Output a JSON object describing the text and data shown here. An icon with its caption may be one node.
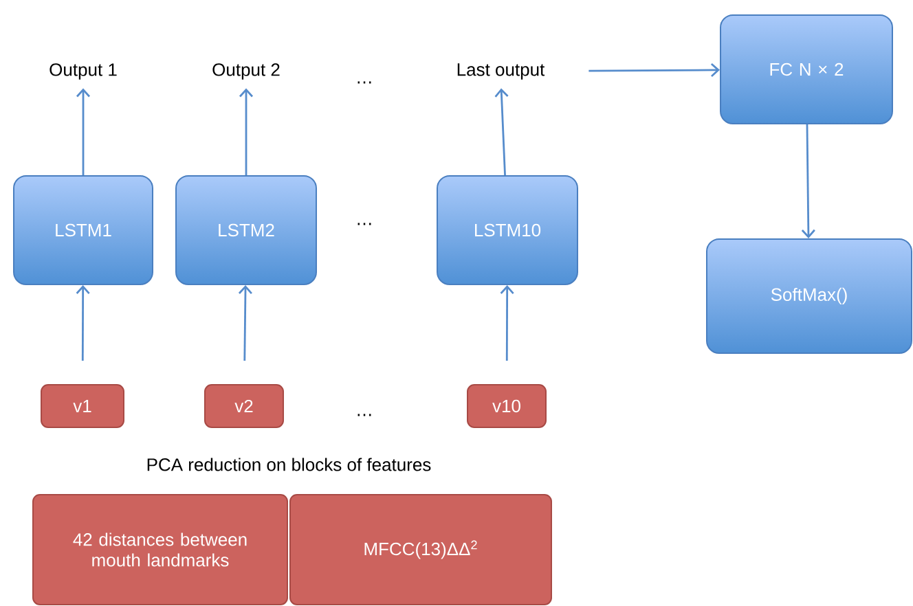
{
  "diagram": {
    "nodes": [
      {
        "text": [
          "Output 1"
        ]
      },
      {
        "text": [
          "Output 2"
        ]
      },
      {
        "text": [
          "Last output"
        ]
      },
      {
        "text": [
          "LSTM1"
        ]
      },
      {
        "text": [
          "LSTM2"
        ]
      },
      {
        "text": [
          "LSTM10"
        ]
      },
      {
        "text": [
          "v1"
        ]
      },
      {
        "text": [
          "v2"
        ]
      },
      {
        "text": [
          "v10"
        ]
      },
      {
        "text": [
          "FC N × 2"
        ]
      },
      {
        "text": [
          "SoftMax()"
        ]
      },
      {
        "text": [
          "42 distances between mouth landmarks"
        ]
      },
      {
        "text": [
          "MFCC(13)ΔΔ$^{2}$"
        ]
      }
    ],
    "edges": [
      {
        "from": 3,
        "to": 0,
        "arrow": "to"
      },
      {
        "from": 4,
        "to": 1,
        "arrow": "to"
      },
      {
        "from": 5,
        "to": 2,
        "arrow": "to"
      },
      {
        "from": 6,
        "to": 3,
        "arrow": "to"
      },
      {
        "from": 7,
        "to": 4,
        "arrow": "to"
      },
      {
        "from": 8,
        "to": 5,
        "arrow": "to"
      },
      {
        "from": 2,
        "to": 9,
        "arrow": "to"
      },
      {
        "from": 9,
        "to": 10,
        "arrow": "to"
      }
    ],
    "labels": [
      "…",
      "…",
      "…",
      "PCA reduction on blocks of features"
    ]
  }
}
